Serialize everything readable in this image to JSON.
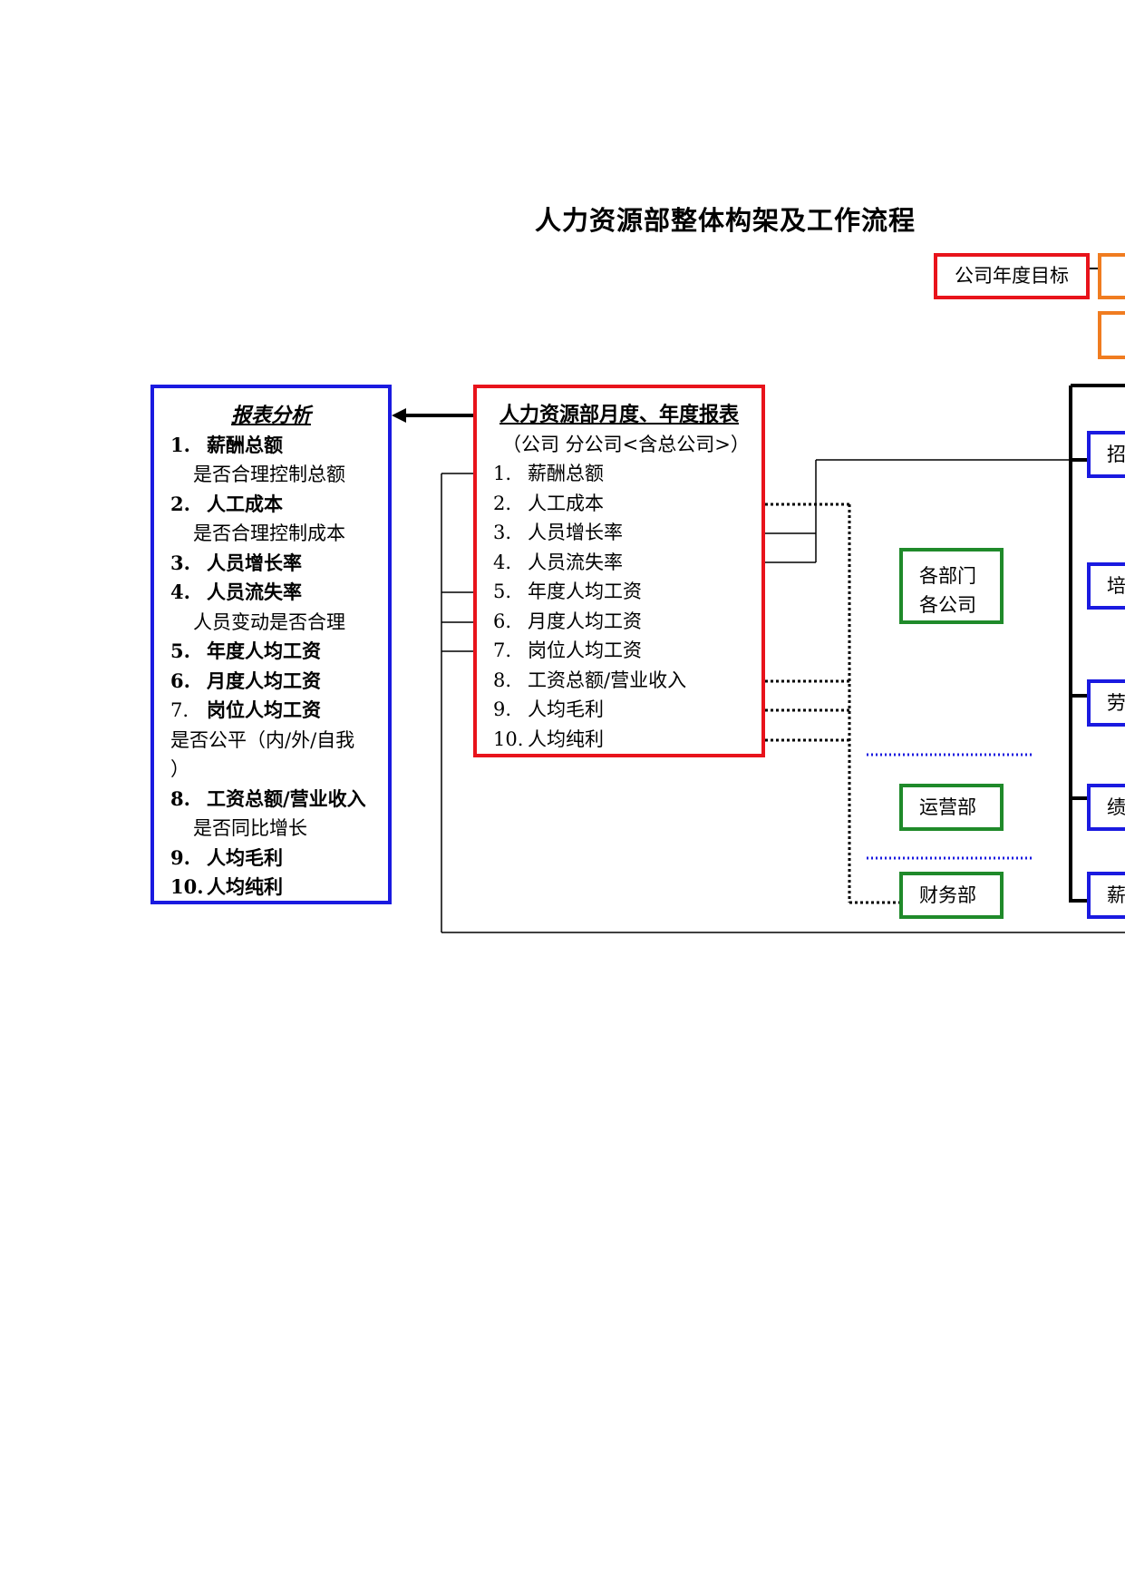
{
  "title": "人力资源部整体构架及工作流程",
  "goal_box": "公司年度目标",
  "left_box": {
    "heading": "报表分析",
    "items": [
      {
        "num": "1.",
        "label": "薪酬总额",
        "bold": true
      },
      {
        "note": "是否合理控制总额"
      },
      {
        "num": "2.",
        "label": "人工成本",
        "bold": true
      },
      {
        "note": "是否合理控制成本"
      },
      {
        "num": "3.",
        "label": "人员增长率",
        "bold": true
      },
      {
        "num": "4.",
        "label": "人员流失率",
        "bold": true
      },
      {
        "note": "人员变动是否合理"
      },
      {
        "num": "5.",
        "label": "年度人均工资",
        "bold": true
      },
      {
        "num": "6.",
        "label": "月度人均工资",
        "bold": true
      },
      {
        "num": "7.",
        "label": "岗位人均工资",
        "bold": true,
        "num_plain": true
      },
      {
        "text": "是否公平（内/外/自我"
      },
      {
        "text": "）"
      },
      {
        "num": "8.",
        "label": "工资总额/营业收入",
        "bold": true
      },
      {
        "note": "是否同比增长"
      },
      {
        "num": "9.",
        "label": "人均毛利",
        "bold": true
      },
      {
        "num": "10.",
        "label": "人均纯利",
        "bold": true
      }
    ]
  },
  "center_box": {
    "heading": "人力资源部月度、年度报表",
    "subheading": "（公司  分公司<含总公司>）",
    "items": [
      {
        "num": "1.",
        "label": "薪酬总额"
      },
      {
        "num": "2.",
        "label": "人工成本"
      },
      {
        "num": "3.",
        "label": "人员增长率"
      },
      {
        "num": "4.",
        "label": "人员流失率"
      },
      {
        "num": "5.",
        "label": "年度人均工资"
      },
      {
        "num": "6.",
        "label": "月度人均工资"
      },
      {
        "num": "7.",
        "label": "岗位人均工资"
      },
      {
        "num": "8.",
        "label": "工资总额/营业收入"
      },
      {
        "num": "9.",
        "label": "人均毛利"
      },
      {
        "num": "10.",
        "label": "人均纯利"
      }
    ]
  },
  "green_boxes": {
    "depts_line1": "各部门",
    "depts_line2": "各公司",
    "ops": "运营部",
    "finance": "财务部"
  },
  "right_boxes": [
    "招",
    "培",
    "劳",
    "绩",
    "薪"
  ],
  "colors": {
    "red": "#e8131b",
    "blue": "#1a1ae0",
    "green": "#1f8a2a",
    "orange": "#f07c20"
  }
}
